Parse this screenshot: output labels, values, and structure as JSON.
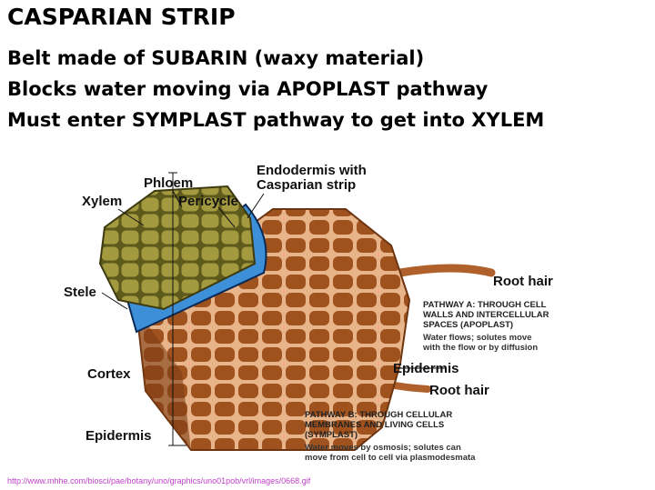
{
  "slide": {
    "title": "CASPARIAN STRIP",
    "bullets": [
      "Belt made of SUBARIN (waxy material)",
      "Blocks water moving via APOPLAST pathway",
      "Must enter SYMPLAST pathway to get into XYLEM"
    ]
  },
  "diagram": {
    "labels": {
      "xylem": "Xylem",
      "phloem": "Phloem",
      "pericycle": "Pericycle",
      "endodermis": "Endodermis with\nCasparian strip",
      "stele": "Stele",
      "cortex": "Cortex",
      "epidermis_left": "Epidermis",
      "epidermis_right": "Epidermis",
      "root_hair_top": "Root hair",
      "root_hair_bottom": "Root hair"
    },
    "pathway_a": {
      "title": "PATHWAY A: THROUGH CELL\nWALLS AND INTERCELLULAR\nSPACES (APOPLAST)",
      "note": "Water flows; solutes move\nwith the flow or by diffusion"
    },
    "pathway_b": {
      "title": "PATHWAY B: THROUGH CELLULAR\nMEMBRANES AND LIVING CELLS\n(SYMPLAST)",
      "note": "Water moves by osmosis; solutes can\nmove from cell to cell via plasmodesmata"
    },
    "colors": {
      "cortex": "#a0521e",
      "cortex_wall": "#e8b48a",
      "stele": "#9a9035",
      "endodermis": "#3d8fd8",
      "source_link": "#c040c8"
    }
  },
  "source": "http://www.mhhe.com/biosci/pae/botany/uno/graphics/uno01pob/vrl/images/0668.gif"
}
